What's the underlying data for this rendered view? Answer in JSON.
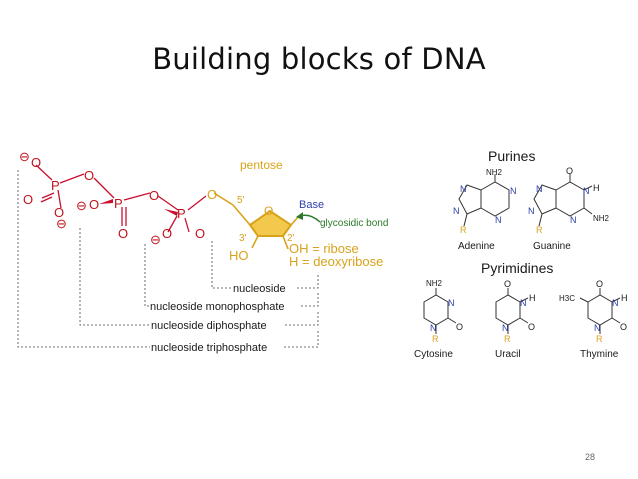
{
  "slide": {
    "title": "Building blocks of DNA",
    "page_number": "28"
  },
  "nucleotide": {
    "minus": "⊖",
    "o": "O",
    "p": "P",
    "pentose": "pentose",
    "c5": "5'",
    "c3": "3'",
    "c2": "2'",
    "ho": "HO",
    "base": "Base",
    "glycosidic": "glycosidic bond",
    "oh_ribose": "OH = ribose",
    "h_deoxy": "H = deoxyribose",
    "nucleoside": "nucleoside",
    "nucleoside_mono": "nucleoside monophosphate",
    "nucleoside_di": "nucleoside diphosphate",
    "nucleoside_tri": "nucleoside triphosphate"
  },
  "bases": {
    "purines_title": "Purines",
    "pyrimidines_title": "Pyrimidines",
    "n": "N",
    "h": "H",
    "r": "R",
    "o": "O",
    "nh2": "NH2",
    "h3c": "H3C",
    "adenine": "Adenine",
    "guanine": "Guanine",
    "cytosine": "Cytosine",
    "uracil": "Uracil",
    "thymine": "Thymine"
  },
  "colors": {
    "phosphate": "#c8102e",
    "sugar": "#d9a21b",
    "base_label": "#2c3ea8",
    "glycosidic": "#2b7a2b"
  }
}
